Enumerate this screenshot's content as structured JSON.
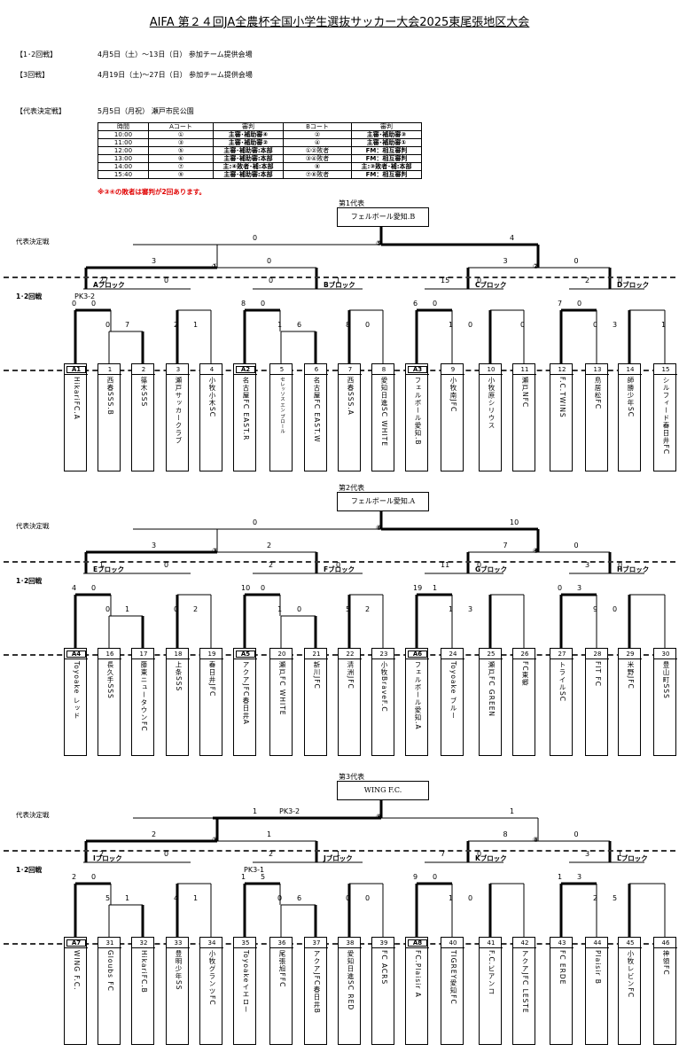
{
  "title": "AIFA 第２４回JA全農杯全国小学生選抜サッカー大会2025東尾張地区大会",
  "schedule": [
    {
      "label": "【1･2回戦】",
      "text": "4月5日（土）～13日（日） 参加チーム提供会場"
    },
    {
      "label": "【3回戦】",
      "text": "4月19日（土)～27日（日） 参加チーム提供会場"
    },
    {
      "label": "【代表決定戦】",
      "text": "5月5日（月祝） 瀬戸市民公園"
    }
  ],
  "ref_table": {
    "headers": [
      "時間",
      "Aコート",
      "審判",
      "Bコート",
      "審判"
    ],
    "rows": [
      [
        "10:00",
        "①",
        "主審･補助審④",
        "②",
        "主審･補助審③"
      ],
      [
        "11:00",
        "③",
        "主審･補助審②",
        "④",
        "主審･補助審①"
      ],
      [
        "12:00",
        "⑤",
        "主審･補助審:本部",
        "①②敗者",
        "FM：相互審判"
      ],
      [
        "13:00",
        "⑥",
        "主審･補助審:本部",
        "③④敗者",
        "FM：相互審判"
      ],
      [
        "14:00",
        "⑦",
        "主:④敗者･補:本部",
        "⑧",
        "主:③敗者･補:本部"
      ],
      [
        "15:40",
        "⑨",
        "主審･補助審:本部",
        "⑦⑧敗者",
        "FM：相互審判"
      ]
    ],
    "note": "※③④の敗者は審判が2回あります。"
  },
  "side_labels": {
    "final": "代表決定戦",
    "r12": "1･2回戦"
  },
  "sections": [
    {
      "rep_label": "第1代表",
      "rep_team": "フェルボール愛知.B",
      "final_circle": "⑤",
      "final_scores": [
        "0",
        "4"
      ],
      "semis": [
        {
          "circle": "①",
          "scores": [
            "3",
            "0"
          ]
        },
        {
          "circle": "②",
          "scores": [
            "3",
            "0"
          ]
        }
      ],
      "blocks": [
        {
          "name": "Aブロック",
          "scores": [
            "27",
            "0"
          ],
          "pk": "PK3-2",
          "sub": [
            [
              "0",
              "0"
            ],
            [
              "0",
              "7"
            ],
            [
              "2",
              "1"
            ]
          ]
        },
        {
          "name": "Bブロック",
          "scores": [
            "0",
            "1"
          ],
          "pk": "",
          "sub": [
            [
              "8",
              "0"
            ],
            [
              "1",
              "6"
            ],
            [
              "8",
              "0"
            ]
          ]
        },
        {
          "name": "Cブロック",
          "scores": [
            "15",
            "0"
          ],
          "pk": "",
          "sub": [
            [
              "6",
              "0"
            ],
            [
              "1",
              "0"
            ],
            [
              "0",
              ""
            ]
          ]
        },
        {
          "name": "Dブロック",
          "scores": [
            "2",
            "0"
          ],
          "pk": "",
          "sub": [
            [
              "7",
              "0"
            ],
            [
              "0",
              "3"
            ],
            [
              "1",
              ""
            ]
          ]
        }
      ],
      "teams": [
        {
          "num": "A1",
          "name": "HikariFC.A"
        },
        {
          "num": "1",
          "name": "西春SSS.B"
        },
        {
          "num": "2",
          "name": "篠木SSS"
        },
        {
          "num": "3",
          "name": "瀬戸サッカークラブ"
        },
        {
          "num": "4",
          "name": "小牧小木SC"
        },
        {
          "num": "A2",
          "name": "名古屋FC EAST.R"
        },
        {
          "num": "5",
          "name": "セレッソス エン ブロール"
        },
        {
          "num": "6",
          "name": "名古屋FC EAST.W"
        },
        {
          "num": "7",
          "name": "西春SSS.A"
        },
        {
          "num": "8",
          "name": "愛知日進SC WHITE"
        },
        {
          "num": "A3",
          "name": "フェルボール愛知.B"
        },
        {
          "num": "9",
          "name": "小牧南JFC"
        },
        {
          "num": "10",
          "name": "小牧原シリウス"
        },
        {
          "num": "11",
          "name": "瀬戸NFC"
        },
        {
          "num": "12",
          "name": "F.C.TWINS"
        },
        {
          "num": "13",
          "name": "鳥居松FC"
        },
        {
          "num": "14",
          "name": "師勝少年SC"
        },
        {
          "num": "15",
          "name": "シルフィード春日井FC"
        }
      ]
    },
    {
      "rep_label": "第2代表",
      "rep_team": "フェルボール愛知.A",
      "final_circle": "⑥",
      "final_scores": [
        "0",
        "10"
      ],
      "semis": [
        {
          "circle": "③",
          "scores": [
            "3",
            "2"
          ]
        },
        {
          "circle": "④",
          "scores": [
            "7",
            "0"
          ]
        }
      ],
      "blocks": [
        {
          "name": "Eブロック",
          "scores": [
            "1",
            "0"
          ],
          "pk": "",
          "sub": [
            [
              "4",
              "0"
            ],
            [
              "0",
              "1"
            ],
            [
              "0",
              "2"
            ]
          ]
        },
        {
          "name": "Fブロック",
          "scores": [
            "2",
            "0"
          ],
          "pk": "",
          "sub": [
            [
              "10",
              "0"
            ],
            [
              "1",
              "0"
            ],
            [
              "5",
              "2"
            ]
          ]
        },
        {
          "name": "Gブロック",
          "scores": [
            "11",
            "0"
          ],
          "pk": "",
          "sub": [
            [
              "19",
              "1"
            ],
            [
              "1",
              "3"
            ],
            [
              "",
              ""
            ]
          ]
        },
        {
          "name": "Hブロック",
          "scores": [
            "3",
            "0"
          ],
          "pk": "",
          "sub": [
            [
              "0",
              "3"
            ],
            [
              "9",
              "0"
            ],
            [
              "",
              ""
            ]
          ]
        }
      ],
      "teams": [
        {
          "num": "A4",
          "name": "Toyoake レッド"
        },
        {
          "num": "16",
          "name": "長久手SSS"
        },
        {
          "num": "17",
          "name": "藤東ニュータウンFC"
        },
        {
          "num": "18",
          "name": "上条SSS"
        },
        {
          "num": "19",
          "name": "春日井JFC"
        },
        {
          "num": "A5",
          "name": "アクアJFC春日井A"
        },
        {
          "num": "20",
          "name": "瀬戸FC WHITE"
        },
        {
          "num": "21",
          "name": "新川JFC"
        },
        {
          "num": "22",
          "name": "清洲JFC"
        },
        {
          "num": "23",
          "name": "小牧BraveF.C"
        },
        {
          "num": "A6",
          "name": "フェルボール愛知.A"
        },
        {
          "num": "24",
          "name": "Toyoake ブルー"
        },
        {
          "num": "25",
          "name": "瀬戸FC GREEN"
        },
        {
          "num": "26",
          "name": "FC東郷"
        },
        {
          "num": "27",
          "name": "トライルSC"
        },
        {
          "num": "28",
          "name": "FIT FC"
        },
        {
          "num": "29",
          "name": "米野JFC"
        },
        {
          "num": "30",
          "name": "豊山町SSS"
        }
      ]
    },
    {
      "rep_label": "第3代表",
      "rep_team": "WING F.C.",
      "final_circle": "⑨",
      "final_scores": [
        "1",
        "1"
      ],
      "final_pk": "PK3-2",
      "semis": [
        {
          "circle": "⑦",
          "scores": [
            "2",
            "1"
          ]
        },
        {
          "circle": "⑧",
          "scores": [
            "8",
            "0"
          ]
        }
      ],
      "blocks": [
        {
          "name": "Iブロック",
          "scores": [
            "2",
            "0"
          ],
          "pk": "",
          "sub": [
            [
              "2",
              "0"
            ],
            [
              "5",
              "1"
            ],
            [
              "4",
              "1"
            ]
          ]
        },
        {
          "name": "Jブロック",
          "scores": [
            "2",
            "1"
          ],
          "pk": "PK3-1",
          "sub": [
            [
              "1",
              "5"
            ],
            [
              "0",
              "6"
            ],
            [
              "0",
              "0"
            ]
          ]
        },
        {
          "name": "Kブロック",
          "scores": [
            "7",
            "0"
          ],
          "pk": "",
          "sub": [
            [
              "9",
              "0"
            ],
            [
              "1",
              "0"
            ],
            [
              "",
              ""
            ]
          ]
        },
        {
          "name": "Lブロック",
          "scores": [
            "3",
            "1"
          ],
          "pk": "",
          "sub": [
            [
              "1",
              "3"
            ],
            [
              "2",
              "5"
            ],
            [
              "",
              ""
            ]
          ]
        }
      ],
      "teams": [
        {
          "num": "A7",
          "name": "WING F.C."
        },
        {
          "num": "31",
          "name": "Gloubs FC"
        },
        {
          "num": "32",
          "name": "HikariFC.B"
        },
        {
          "num": "33",
          "name": "豊明少年SS"
        },
        {
          "num": "34",
          "name": "小牧グランツFC"
        },
        {
          "num": "35",
          "name": "Toyoakeイエロー"
        },
        {
          "num": "36",
          "name": "尾張旭FFC"
        },
        {
          "num": "37",
          "name": "アクアJFC春日井B"
        },
        {
          "num": "38",
          "name": "愛知日進SC RED"
        },
        {
          "num": "39",
          "name": "FC ACRS"
        },
        {
          "num": "A8",
          "name": "FC.Plaisir A"
        },
        {
          "num": "40",
          "name": "TIGREY愛知FC"
        },
        {
          "num": "41",
          "name": "F.C.ビアンコ"
        },
        {
          "num": "42",
          "name": "アクアJFC LESTE"
        },
        {
          "num": "43",
          "name": "FC ERDE"
        },
        {
          "num": "44",
          "name": "Plaisir B"
        },
        {
          "num": "45",
          "name": "小牧レビンFC"
        },
        {
          "num": "46",
          "name": "神領FC"
        }
      ]
    }
  ]
}
